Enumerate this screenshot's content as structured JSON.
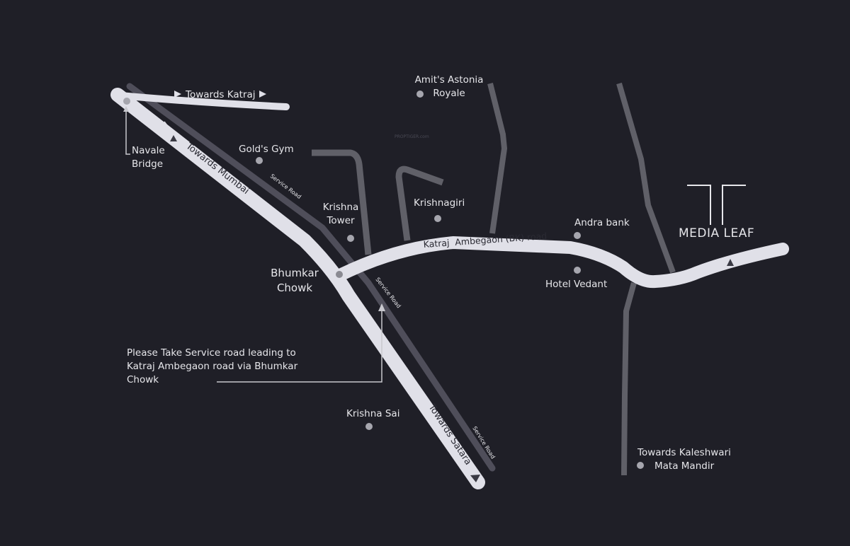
{
  "colors": {
    "background": "#1f1f27",
    "main_road": "#e0e0e8",
    "secondary_road": "#606068",
    "service_road": "#4f4e5a",
    "marker": "#a6a6ae",
    "text": "#e6e6ea"
  },
  "roads": {
    "towards_katraj": "Towards Katraj",
    "towards_mumbai": "Towards Mumbai",
    "towards_satara": "Towards Satara",
    "katraj_ambegaon_road": "Katraj  Ambegaon (BK) road",
    "service_road_1": "Service Road",
    "service_road_2": "Service Road",
    "service_road_3": "Service Road"
  },
  "places": {
    "navale_bridge": {
      "line1": "Navale",
      "line2": "Bridge"
    },
    "golds_gym": "Gold's Gym",
    "amits_astonia": {
      "line1": "Amit's Astonia",
      "line2": "Royale"
    },
    "krishnagiri": "Krishnagiri",
    "krishna_tower": {
      "line1": "Krishna",
      "line2": "Tower"
    },
    "bhumkar_chowk": {
      "line1": "Bhumkar",
      "line2": "Chowk"
    },
    "andra_bank": "Andra bank",
    "hotel_vedant": "Hotel Vedant",
    "krishna_sai": "Krishna Sai",
    "towards_kaleshwari": {
      "line1": "Towards Kaleshwari",
      "line2": "Mata Mandir"
    }
  },
  "note": {
    "line1": "Please Take Service road leading to",
    "line2": "Katraj Ambegaon road via Bhumkar",
    "line3": "Chowk"
  },
  "logo": {
    "text": "MEDIA LEAF"
  },
  "watermark": "PROPTIGER.com"
}
